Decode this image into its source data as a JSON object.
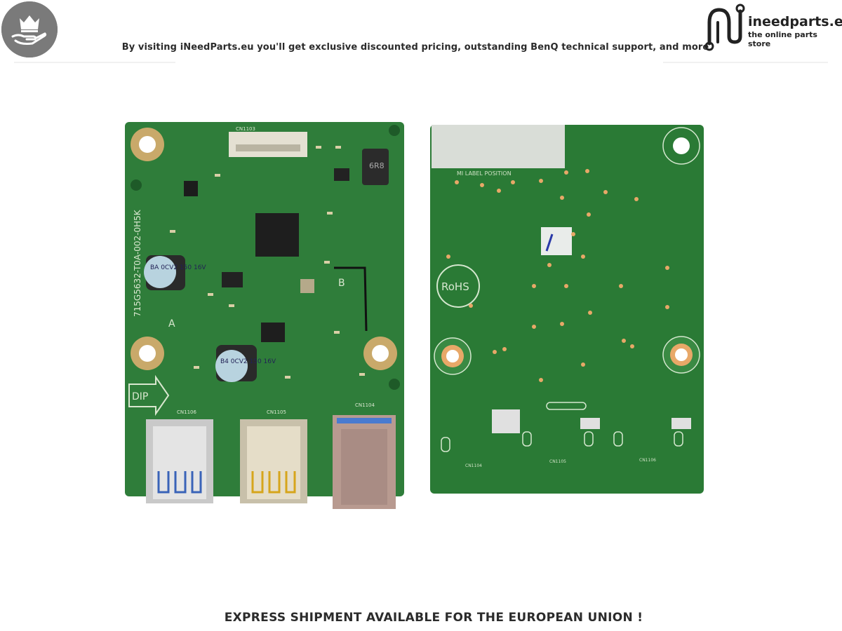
{
  "header": {
    "promo_text": "By visiting iNeedParts.eu you'll get exclusive discounted pricing, outstanding BenQ technical support, and more",
    "badge_icon": "crown-hand-icon",
    "badge_color": "#7a7a7a"
  },
  "brand": {
    "name": "ineedparts.eu",
    "tagline": "the online parts store",
    "logo_icon": "plug-logo-icon"
  },
  "front_board": {
    "part_number": "715G5632-T0A-002-0H5K",
    "connector_labels": [
      "CN1103",
      "CN1106",
      "CN1105",
      "CN1104"
    ],
    "capacitor_label_1": "BA 0CV2 150 16V",
    "capacitor_label_2": "B4 0CV2 150 16V",
    "dip_label": "DIP",
    "inductor_label": "6R8",
    "marking_a": "A",
    "marking_b": "B",
    "pcb_color": "#2f7d3a"
  },
  "back_board": {
    "label_text": "MI LABEL POSITION",
    "rohs_text": "RoHS",
    "connector_labels": [
      "CN1104",
      "CN1105",
      "CN1106"
    ],
    "pcb_color": "#2a7a35"
  },
  "footer": {
    "notice": "EXPRESS SHIPMENT AVAILABLE FOR THE EUROPEAN UNION !"
  }
}
